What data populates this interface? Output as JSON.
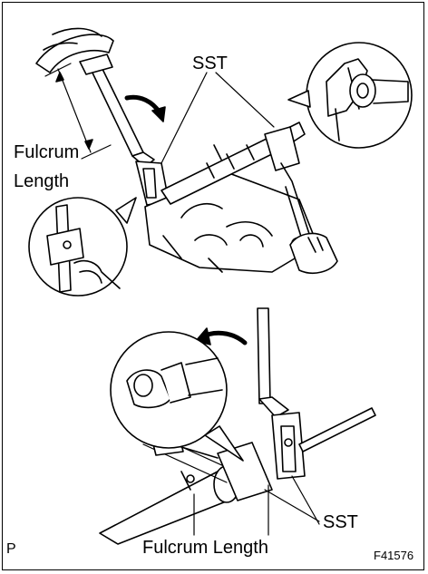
{
  "labels": {
    "sst_top": "SST",
    "fulcrum_line1": "Fulcrum",
    "fulcrum_line2": "Length",
    "sst_bottom": "SST",
    "fulcrum_length_bottom": "Fulcrum Length",
    "page_marker": "P",
    "figure_code": "F41576"
  },
  "colors": {
    "ink": "#000000",
    "paper": "#ffffff",
    "shade": "#d9d9d9"
  }
}
